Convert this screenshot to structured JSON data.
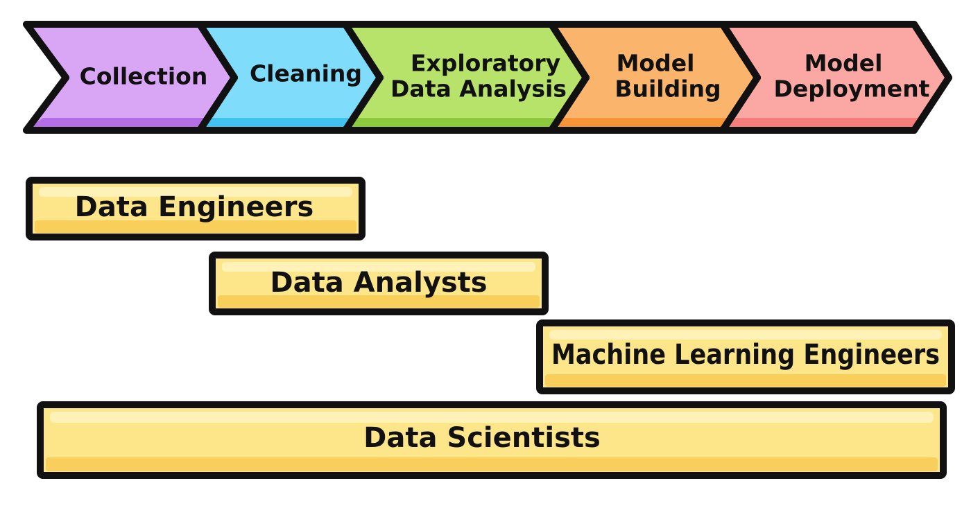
{
  "stages": [
    {
      "id": "collection",
      "lines": [
        "Collection"
      ],
      "color": "#d9a6f5",
      "shade": "#b46ee6"
    },
    {
      "id": "cleaning",
      "lines": [
        "Cleaning"
      ],
      "color": "#7fdcfb",
      "shade": "#41c3f0"
    },
    {
      "id": "eda",
      "lines": [
        "Exploratory",
        "Data Analysis"
      ],
      "color": "#b7e36a",
      "shade": "#8ccc3c"
    },
    {
      "id": "model-building",
      "lines": [
        "Model",
        "Building"
      ],
      "color": "#fbb46b",
      "shade": "#f79438"
    },
    {
      "id": "model-deployment",
      "lines": [
        "Model",
        "Deployment"
      ],
      "color": "#fba7a3",
      "shade": "#f57d7a"
    }
  ],
  "roles": [
    {
      "id": "data-engineers",
      "label": "Data Engineers"
    },
    {
      "id": "data-analysts",
      "label": "Data Analysts"
    },
    {
      "id": "ml-engineers",
      "label": "Machine Learning Engineers"
    },
    {
      "id": "data-scientists",
      "label": "Data Scientists"
    }
  ],
  "colors": {
    "outline": "#111111",
    "role_fill": "#fde68a",
    "role_highlight": "#fff2b8",
    "role_shade": "#f7cf5a"
  }
}
